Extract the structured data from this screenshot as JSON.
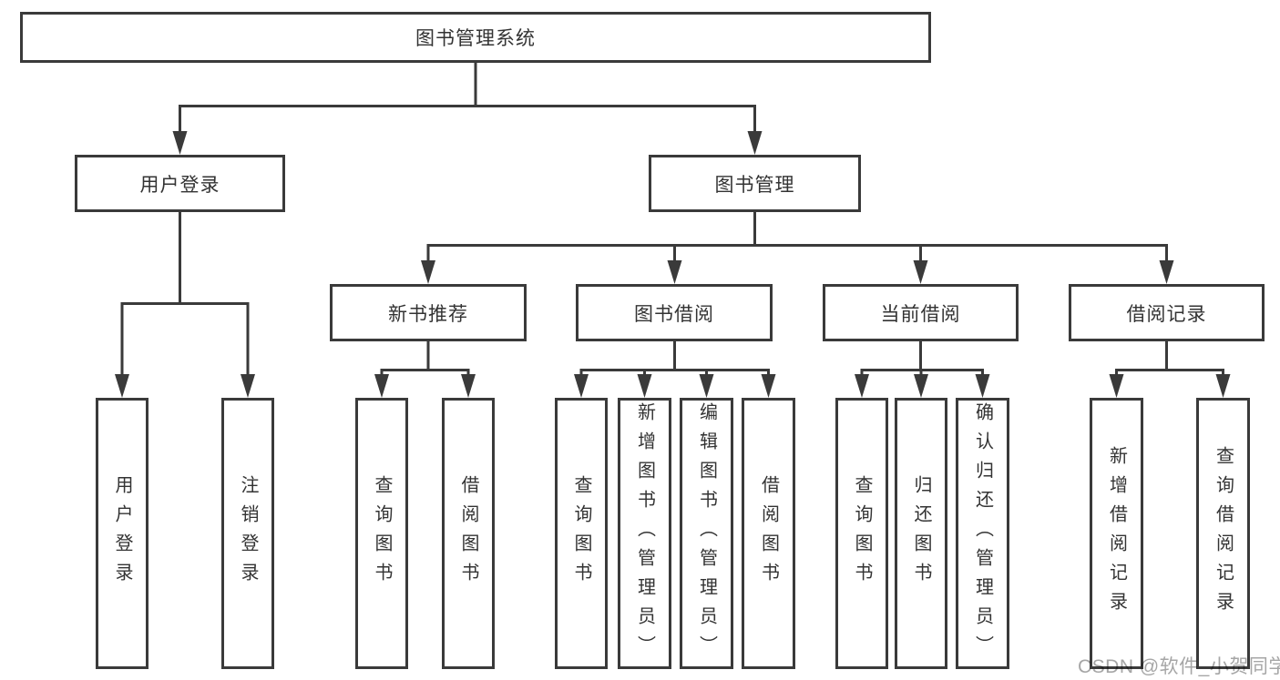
{
  "diagram": {
    "root": {
      "label": "图书管理系统"
    },
    "branches": [
      {
        "label": "用户登录",
        "children": [
          {
            "label": "用户登录"
          },
          {
            "label": "注销登录"
          }
        ]
      },
      {
        "label": "图书管理",
        "children": [
          {
            "label": "新书推荐",
            "children": [
              {
                "label": "查询图书"
              },
              {
                "label": "借阅图书"
              }
            ]
          },
          {
            "label": "图书借阅",
            "children": [
              {
                "label": "查询图书"
              },
              {
                "label": "新增图书（管理员）"
              },
              {
                "label": "编辑图书（管理员）"
              },
              {
                "label": "借阅图书"
              }
            ]
          },
          {
            "label": "当前借阅",
            "children": [
              {
                "label": "查询图书"
              },
              {
                "label": "归还图书"
              },
              {
                "label": "确认归还（管理员）"
              }
            ]
          },
          {
            "label": "借阅记录",
            "children": [
              {
                "label": "新增借阅记录"
              },
              {
                "label": "查询借阅记录"
              }
            ]
          }
        ]
      }
    ]
  },
  "watermark": {
    "text": "CSDN @软件_小贺同学"
  },
  "colors": {
    "line": "#3a3a3a",
    "text": "#333333",
    "watermark": "#a6a6a6",
    "background": "#ffffff"
  }
}
